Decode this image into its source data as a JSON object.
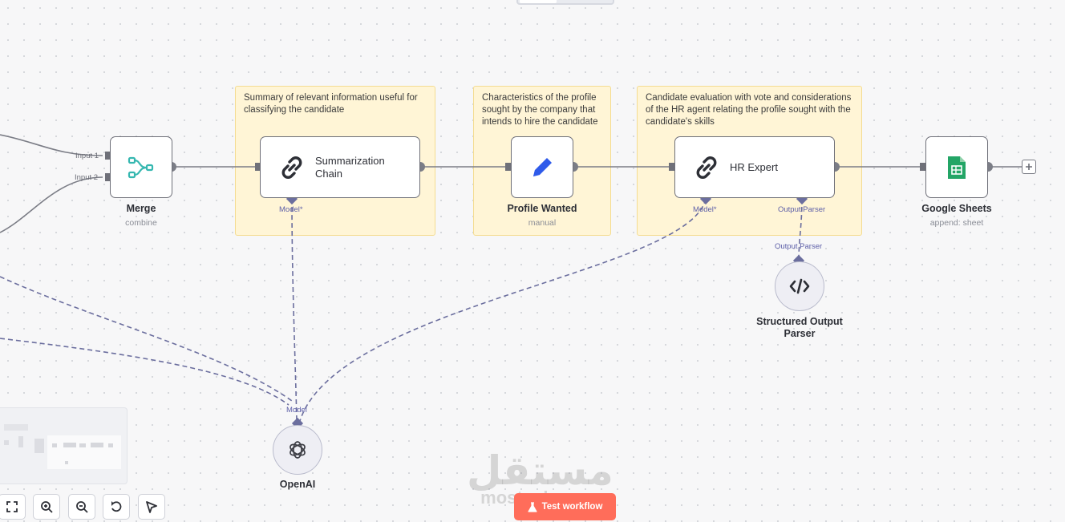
{
  "sticky_notes": [
    {
      "text": "Summary of relevant information useful for classifying the candidate"
    },
    {
      "text": "Characteristics of the profile sought by the company that intends to hire the candidate"
    },
    {
      "text": "Candidate evaluation with vote and considerations of the HR agent relating the profile sought with the candidate's skills"
    }
  ],
  "nodes": {
    "merge": {
      "title": "Merge",
      "subtitle": "combine",
      "input1": "Input 1",
      "input2": "Input 2",
      "icon": "merge-icon",
      "icon_color": "#35b7b0"
    },
    "summarization": {
      "label_line1": "Summarization",
      "label_line2": "Chain",
      "model_port": "Model*",
      "icon": "chain-link-icon"
    },
    "profile": {
      "title": "Profile Wanted",
      "subtitle": "manual",
      "icon": "pencil-icon",
      "icon_color": "#2f5bea"
    },
    "hr_expert": {
      "label": "HR Expert",
      "model_port": "Model*",
      "parser_port": "Output Parser",
      "icon": "chain-link-icon"
    },
    "google_sheets": {
      "title": "Google Sheets",
      "subtitle": "append: sheet",
      "icon": "google-sheets-icon",
      "icon_color": "#23a566"
    },
    "parser": {
      "title_line1": "Structured Output",
      "title_line2": "Parser",
      "port_label": "Output Parser",
      "icon": "code-icon"
    },
    "openai": {
      "title": "OpenAI",
      "port_label": "Model",
      "icon": "openai-icon"
    }
  },
  "controls": {
    "fit_view": "fit-view-icon",
    "zoom_in": "zoom-in-icon",
    "zoom_out": "zoom-out-icon",
    "reset": "undo-icon",
    "tidy": "pointer-icon"
  },
  "test_button": {
    "label": "Test workflow",
    "color": "#ff6d5a"
  },
  "watermark": {
    "arabic": "مستقل",
    "latin": "mostaql.com"
  },
  "colors": {
    "edge": "#7b7d86",
    "sub_edge": "#6b6e9e",
    "sticky_bg": "#fff5d6"
  }
}
